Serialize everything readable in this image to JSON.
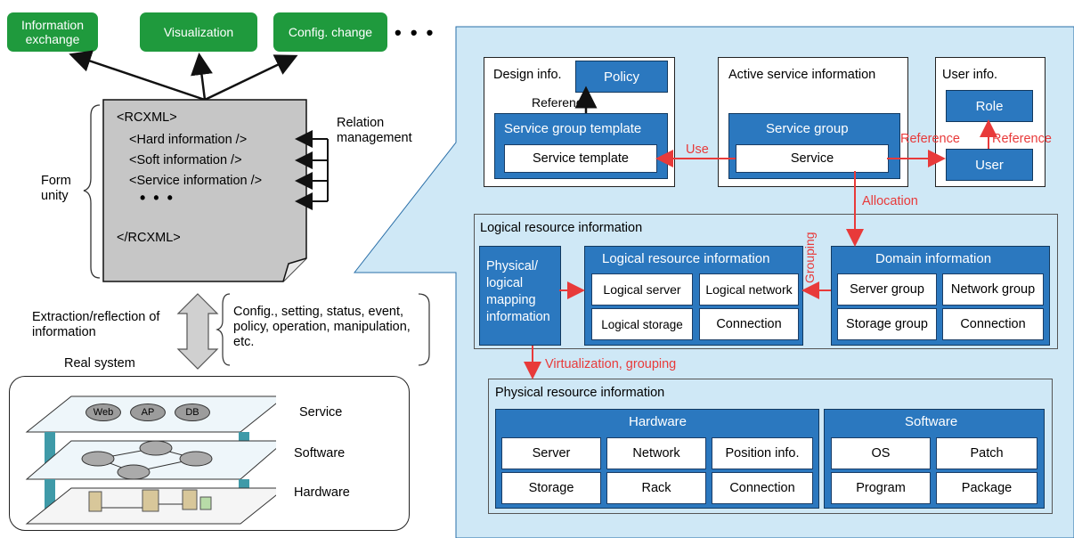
{
  "top_actions": [
    "Information exchange",
    "Visualization",
    "Config. change"
  ],
  "ellipsis": "• • •",
  "document": {
    "lines": [
      "<RCXML>",
      "<Hard information />",
      "<Soft information />",
      "<Service information />",
      "• • •",
      "</RCXML>"
    ]
  },
  "labels": {
    "relation_management": "Relation management",
    "form_unity": "Form unity",
    "extraction": "Extraction/reflection of information",
    "info_types": "Config., setting, status, event, policy, operation, manipulation, etc.",
    "real_system": "Real system"
  },
  "real_system": {
    "layers": [
      "Service",
      "Software",
      "Hardware"
    ],
    "service_nodes": [
      "Web",
      "AP",
      "DB"
    ]
  },
  "design_info": {
    "title": "Design info.",
    "policy": "Policy",
    "reference": "Reference",
    "template_group": "Service group template",
    "template": "Service template"
  },
  "active_service": {
    "title": "Active service information",
    "group": "Service group",
    "service": "Service"
  },
  "user_info": {
    "title": "User info.",
    "role": "Role",
    "user": "User"
  },
  "arrows": {
    "use": "Use",
    "reference_1": "Reference",
    "reference_2": "Reference",
    "allocation": "Allocation",
    "grouping": "Grouping",
    "virtualization": "Virtualization, grouping"
  },
  "logical": {
    "title": "Logical resource information",
    "mapping": "Physical/ logical mapping information",
    "inner_title": "Logical resource information",
    "cells": [
      "Logical server",
      "Logical network",
      "Logical storage",
      "Connection"
    ]
  },
  "domain": {
    "title": "Domain information",
    "cells": [
      "Server group",
      "Network group",
      "Storage group",
      "Connection"
    ]
  },
  "physical": {
    "title": "Physical resource information",
    "hardware_title": "Hardware",
    "hardware_cells": [
      "Server",
      "Network",
      "Position info.",
      "Storage",
      "Rack",
      "Connection"
    ],
    "software_title": "Software",
    "software_cells": [
      "OS",
      "Patch",
      "Program",
      "Package"
    ]
  }
}
